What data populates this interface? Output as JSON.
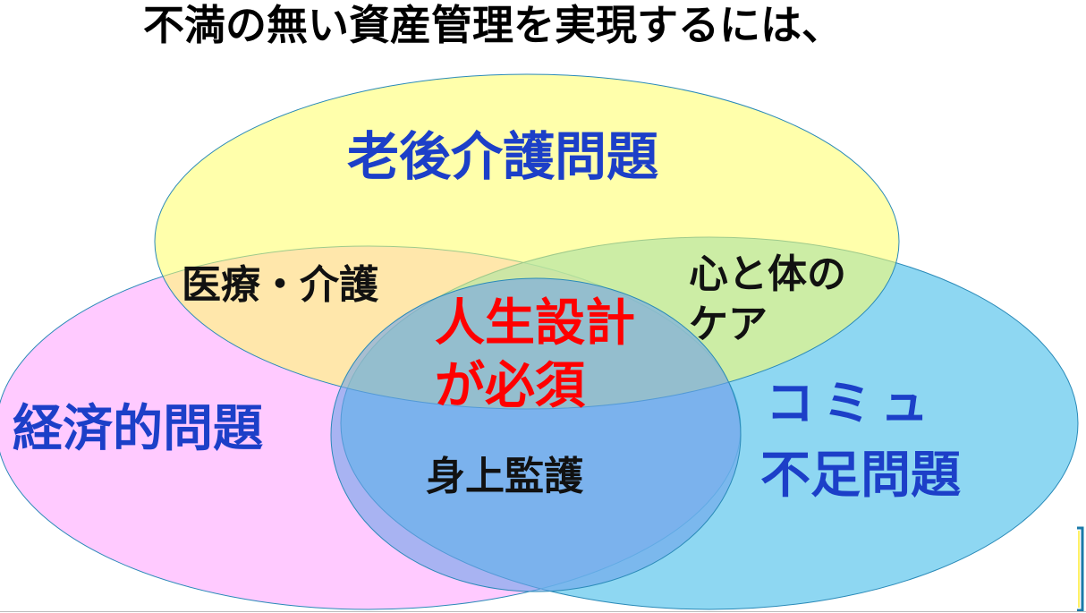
{
  "title": "不満の無い資産管理を実現するには、",
  "circles": {
    "top": "老後介護問題",
    "left": "経済的問題",
    "right_line1": "コミュ",
    "right_line2": "不足問題"
  },
  "overlaps": {
    "top_left": "医療・介護",
    "top_right_line1": "心と体の",
    "top_right_line2": "ケア",
    "center_line1": "人生設計",
    "center_line2": "が必須",
    "bottom": "身上監護"
  },
  "colors": {
    "yellow": "#ffff66",
    "pink": "#ffb3ff",
    "cyan": "#5ec6ec",
    "center": "#6ea3ea",
    "label_blue": "#1c3fc8",
    "center_red": "#ff0000"
  }
}
